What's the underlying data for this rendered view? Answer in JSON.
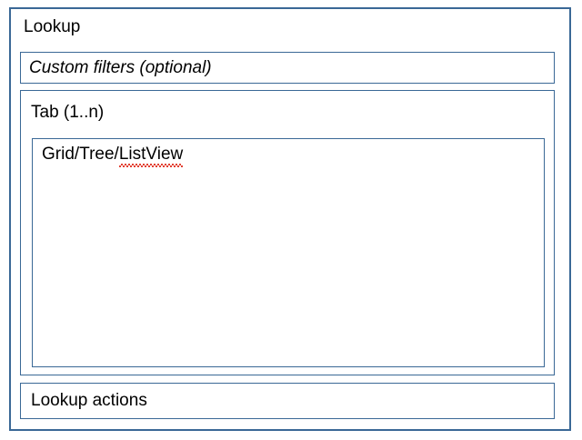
{
  "colors": {
    "border": "#3A6896",
    "background": "#FFFFFF",
    "text": "#000000",
    "spell_error": "#E03020"
  },
  "lookup_panel": {
    "title": "Lookup",
    "filters": {
      "label": "Custom filters (optional)"
    },
    "tab": {
      "label": "Tab (1..n)",
      "content": {
        "label_prefix": "Grid/Tree/",
        "label_misspelled": "ListView",
        "full_label": "Grid/Tree/ListView"
      }
    },
    "actions": {
      "label": "Lookup actions"
    }
  }
}
